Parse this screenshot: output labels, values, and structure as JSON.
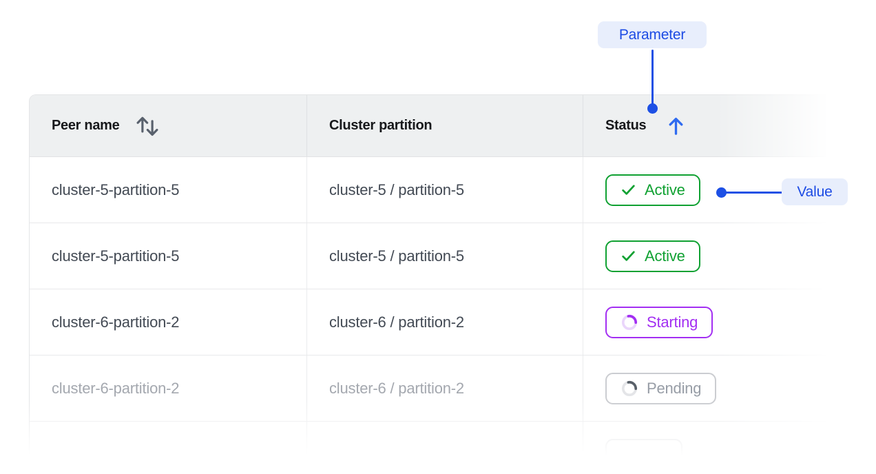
{
  "annotations": {
    "parameter_label": "Parameter",
    "value_label": "Value"
  },
  "table": {
    "header": {
      "peer_name": "Peer name",
      "cluster_partition": "Cluster partition",
      "status": "Status",
      "peer_name_sort_state": "sortable",
      "status_sort_state": "ascending"
    },
    "rows": [
      {
        "peer": "cluster-5-partition-5",
        "partition": "cluster-5 / partition-5",
        "status": "Active",
        "state": "active"
      },
      {
        "peer": "cluster-5-partition-5",
        "partition": "cluster-5 / partition-5",
        "status": "Active",
        "state": "active"
      },
      {
        "peer": "cluster-6-partition-2",
        "partition": "cluster-6 / partition-2",
        "status": "Starting",
        "state": "starting"
      },
      {
        "peer": "cluster-6-partition-2",
        "partition": "cluster-6 / partition-2",
        "status": "Pending",
        "state": "pending"
      },
      {
        "peer": "",
        "partition": "",
        "status": "",
        "state": "unknown"
      }
    ]
  },
  "colors": {
    "callout_blue": "#1d50e5",
    "callout_pill_bg": "#e8eefc",
    "sort_arrow_blue": "#2f6bf0",
    "active_green": "#10a132",
    "starting_purple": "#a32ff2",
    "pending_gray": "#979da6",
    "header_bg": "#eef0f1"
  }
}
